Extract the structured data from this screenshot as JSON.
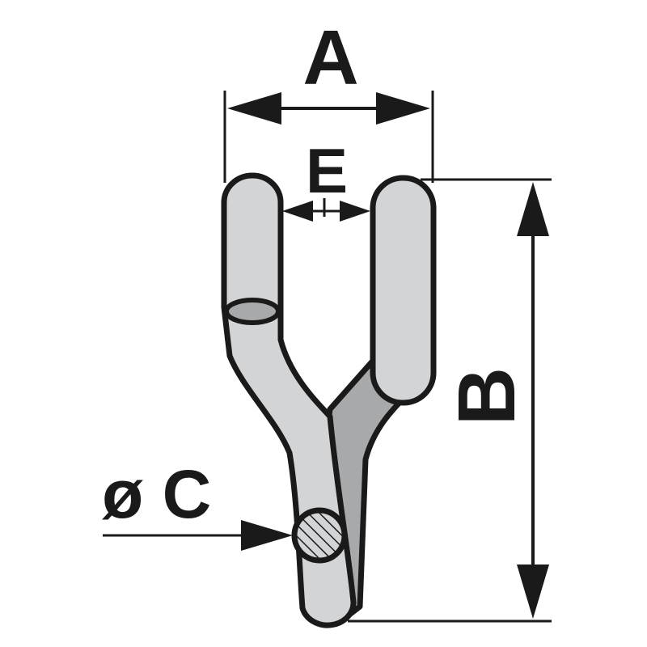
{
  "labels": {
    "overall_width": "A",
    "gap_width": "E",
    "overall_height": "B",
    "pin_diameter": "ø C"
  },
  "colors": {
    "outline": "#1a1a1a",
    "tine_fill": "#d2d4d6",
    "shadow_fill": "#a7a9ab",
    "background": "#ffffff"
  }
}
